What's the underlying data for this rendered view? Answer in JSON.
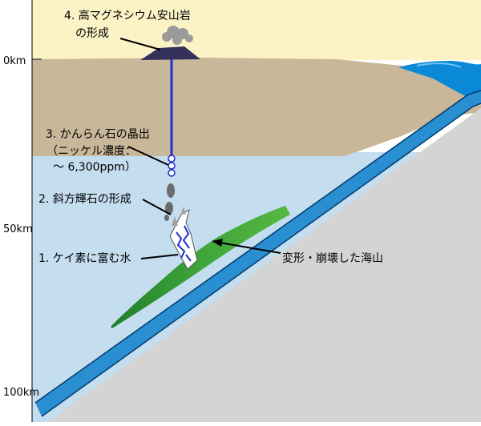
{
  "depth_labels": {
    "surface": "0km",
    "mid": "50km",
    "deep": "100km"
  },
  "labels": {
    "step4_line1": "4. 高マグネシウム安山岩",
    "step4_line2": "の形成",
    "step3_line1": "3. かんらん石の晶出",
    "step3_line2": "（ニッケル濃度：",
    "step3_line3": "～ 6,300ppm）",
    "step2": "2. 斜方輝石の形成",
    "step1": "1. ケイ素に富む水",
    "seamount": "変形・崩壊した海山"
  },
  "colors": {
    "sky": "#fbf3c6",
    "crust": "#c9b79a",
    "mantle": "#c4ddef",
    "slab": "#d4d4d4",
    "plate": "#2a8fd1",
    "ocean": "#0a89d6",
    "seamount": "#3a9a3a",
    "conduit": "#1f2fcf",
    "volcano": "#33305a"
  }
}
